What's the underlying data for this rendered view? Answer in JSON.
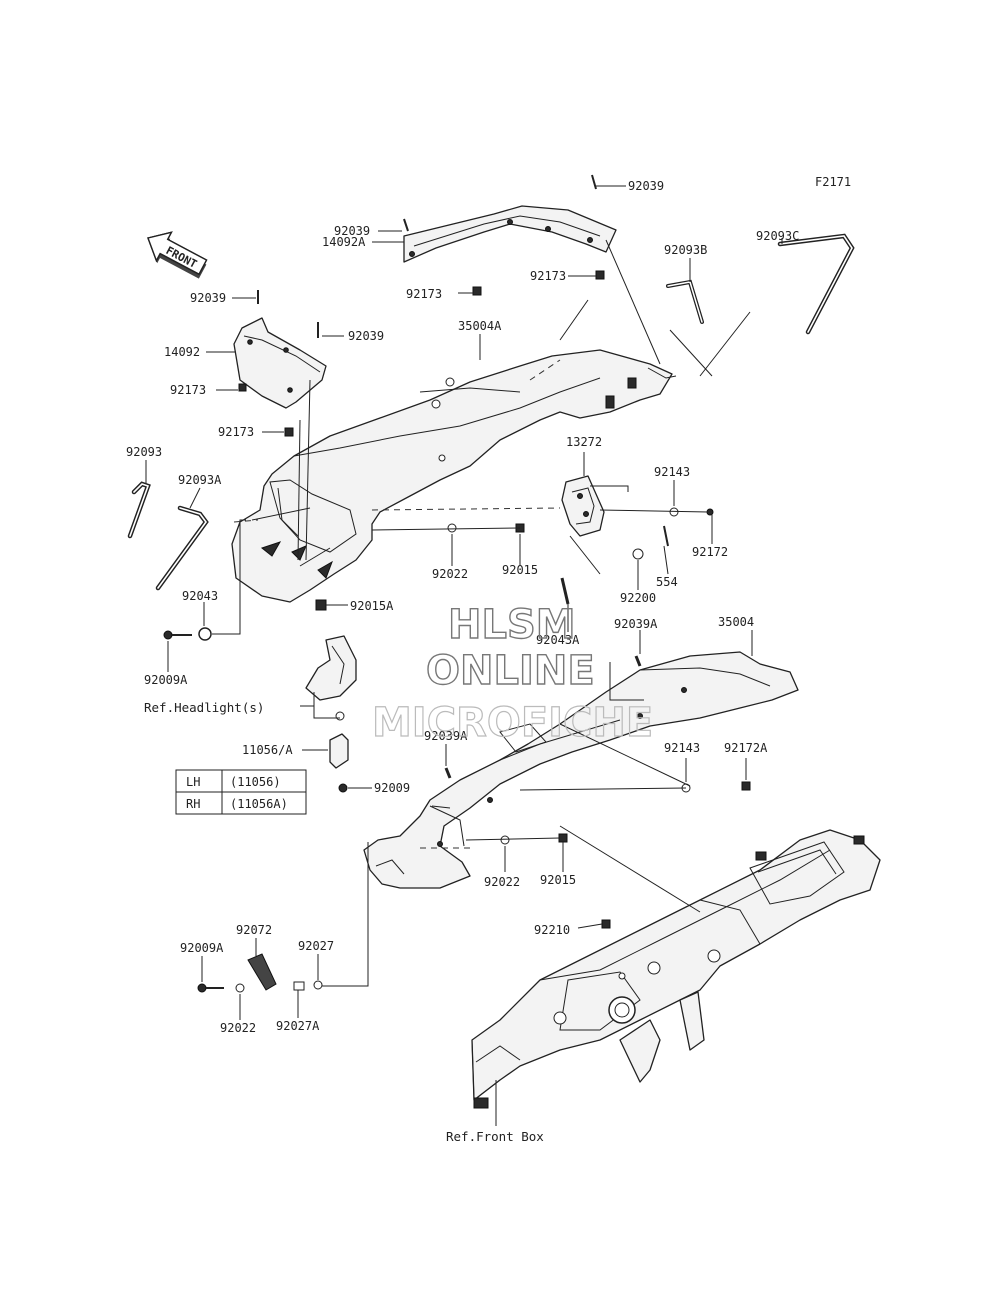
{
  "diagram": {
    "code": "F2171",
    "direction_badge": "FRONT",
    "watermark": [
      "HLSM",
      "ONLINE",
      "MICROFICHE"
    ],
    "references": {
      "headlight": "Ref.Headlight(s)",
      "front_box": "Ref.Front Box"
    },
    "labels": [
      "92039",
      "92039",
      "14092A",
      "92173",
      "92173",
      "92039",
      "92039",
      "14092",
      "92173",
      "92173",
      "35004A",
      "92093B",
      "92093C",
      "92093",
      "92093A",
      "13272",
      "92143",
      "92172",
      "92022",
      "92015",
      "554",
      "92200",
      "92015A",
      "92043",
      "92043A",
      "92009A",
      "92039A",
      "35004",
      "11056/A",
      "92039A",
      "92143",
      "92172A",
      "92009",
      "92022",
      "92015",
      "92210",
      "92072",
      "92009A",
      "92027",
      "92022",
      "92027A"
    ],
    "lhrh_table": [
      {
        "side": "LH",
        "part": "(11056)"
      },
      {
        "side": "RH",
        "part": "(11056A)"
      }
    ]
  }
}
